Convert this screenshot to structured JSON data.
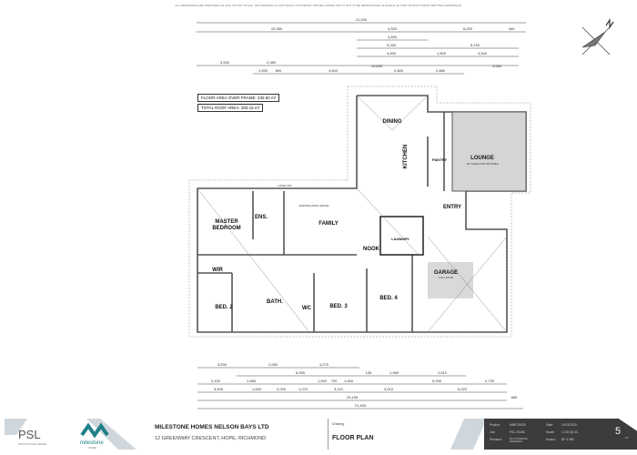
{
  "header_note": "ALL DIMENSIONS ARE SPECIFIED ON SITE. DO NOT SCALE. THIS DRAWING IS COPYRIGHT OF PRIMARY SPACES LIMITED AND IS NOT TO BE REPRODUCED IN WHOLE OR PART WITHOUT PRIOR WRITTEN PERMISSION.",
  "areas": {
    "floor_area": "FLOOR AREA OVER FRAME:  235.50 m²",
    "roof_area": "TOTAL ROOF AREA:  283.15 m²"
  },
  "rooms": {
    "dining": "DINING",
    "kitchen": "KITCHEN",
    "pantry": "PANTRY",
    "lounge": "LOUNGE",
    "lounge_sub": "10° GOSLOOR TRUSSES",
    "family": "FAMILY",
    "master": "MASTER",
    "master2": "BEDROOM",
    "ens": "ENS.",
    "wir": "WIR",
    "bed2": "BED. 2",
    "bath": "BATH.",
    "wc": "WC",
    "bed3": "BED. 3",
    "bed4": "BED. 4",
    "nook": "NOOK",
    "laundry": "LAUNDRY",
    "entry": "ENTRY",
    "garage": "GARAGE",
    "garage_sub": "6.6m STUD",
    "hose_tap": "HOSE TAP",
    "archway": "RAKING/LINON ARCHE"
  },
  "dims_top": {
    "overall": "21,400",
    "row1": [
      "10,380",
      "4,520",
      "6,020",
      "400"
    ],
    "row2": [
      "4,450"
    ],
    "row3": [
      "5,250",
      "5,130"
    ],
    "row4": [
      "4,450",
      "1,500",
      "4,540"
    ],
    "row5": [
      "3,530",
      "2,080",
      "10,655",
      "3,080"
    ],
    "row6": [
      "1,590",
      "800",
      "4,600",
      "2,845",
      "2,880"
    ]
  },
  "dims_bottom": {
    "row1": [
      "3,530",
      "2,080",
      "4,275"
    ],
    "row2": [
      "6,055",
      "135",
      "1,965",
      "2,610"
    ],
    "row3": [
      "2,420",
      "1,585",
      "1,000",
      "700",
      "1,450",
      "5,290",
      "2,730"
    ],
    "row4": [
      "3,405",
      "1,000",
      "2,000",
      "1,070",
      "3,110",
      "3,010",
      "6,020"
    ],
    "row5": [
      "20,155",
      "885"
    ],
    "overall": "21,400"
  },
  "title_block": {
    "company": "MILESTONE HOMES NELSON BAYS LTD",
    "address": "12 GREENWAY CRESCENT, HOPE, RICHMOND",
    "drawing_label": "Drawing:",
    "drawing": "FLOOR PLAN",
    "logo_psl": "PSL",
    "logo_psl_sub": "ARCHITECTURAL DESIGN",
    "logo_milestone": "milestone",
    "logo_milestone_sub": "HOMES",
    "project_label": "Project:",
    "project": "MNB 25030",
    "job_label": "Job:",
    "job": "PSL 25466",
    "revision_label": "Revision:",
    "revision": "MO-8 WORKING DRAWINGS",
    "date_label": "Date:",
    "date": "10/11/2025",
    "scale_label": "Scale:",
    "scale": "1:100 @ A3",
    "drawn_label": "Drawn:",
    "drawn": "BF & MB",
    "sheet": "5",
    "sheet_of": "10"
  },
  "colors": {
    "title_dark": "#3c3c3e",
    "accent_teal": "#1f7f86",
    "wall": "#555555",
    "garage_fill": "#d9d9d9"
  }
}
